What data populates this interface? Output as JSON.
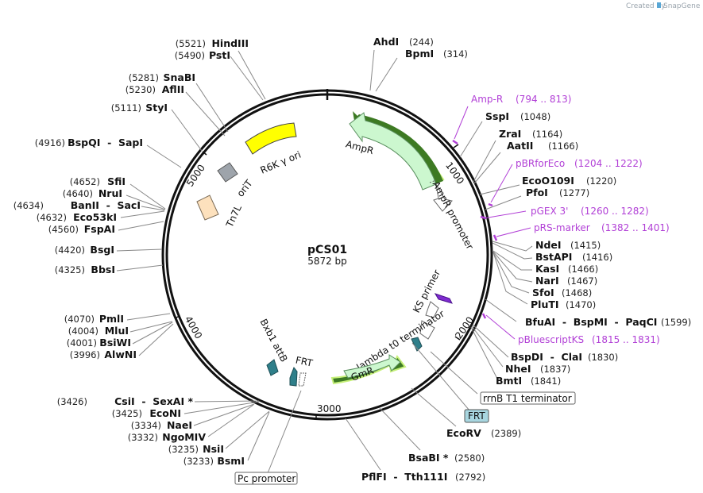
{
  "brand": {
    "created_by": "Created by",
    "name": "SnapGene"
  },
  "plasmid": {
    "name": "pCS01",
    "length": "5872 bp"
  },
  "ticks": [
    "1000",
    "2000",
    "3000",
    "4000",
    "5000"
  ],
  "enzymes": {
    "ahdi": {
      "name": "AhdI",
      "pos": "(244)"
    },
    "bpmi": {
      "name": "BpmI",
      "pos": "(314)"
    },
    "sspi": {
      "name": "SspI",
      "pos": "(1048)"
    },
    "zrai": {
      "name": "ZraI",
      "pos": "(1164)"
    },
    "aatii": {
      "name": "AatII",
      "pos": "(1166)"
    },
    "ecoo109i": {
      "name": "EcoO109I",
      "pos": "(1220)"
    },
    "pfoi": {
      "name": "PfoI",
      "pos": "(1277)"
    },
    "ndei": {
      "name": "NdeI",
      "pos": "(1415)"
    },
    "bstapi": {
      "name": "BstAPI",
      "pos": "(1416)"
    },
    "kasi": {
      "name": "KasI",
      "pos": "(1466)"
    },
    "nari": {
      "name": "NarI",
      "pos": "(1467)"
    },
    "sfoi": {
      "name": "SfoI",
      "pos": "(1468)"
    },
    "plutI": {
      "name": "PluTI",
      "pos": "(1470)"
    },
    "bfuai": {
      "name": "BfuAI  -  BspMI  -  PaqCI",
      "pos": "(1599)"
    },
    "bspdi": {
      "name": "BspDI  -  ClaI",
      "pos": "(1830)"
    },
    "nhei": {
      "name": "NheI",
      "pos": "(1837)"
    },
    "bmti": {
      "name": "BmtI",
      "pos": "(1841)"
    },
    "ecorv": {
      "name": "EcoRV",
      "pos": "(2389)"
    },
    "bsabi": {
      "name": "BsaBI *",
      "pos": "(2580)"
    },
    "pflfi": {
      "name": "PflFI  -  Tth111I",
      "pos": "(2792)"
    },
    "bsmi": {
      "name": "BsmI",
      "pos": "(3233)"
    },
    "nsii": {
      "name": "NsiI",
      "pos": "(3235)"
    },
    "ngomiv": {
      "name": "NgoMIV",
      "pos": "(3332)"
    },
    "naei": {
      "name": "NaeI",
      "pos": "(3334)"
    },
    "econi": {
      "name": "EcoNI",
      "pos": "(3425)"
    },
    "csii": {
      "name": "CsiI  -  SexAI *",
      "pos": "(3426)"
    },
    "alwni": {
      "name": "AlwNI",
      "pos": "(3996)"
    },
    "bsiwi": {
      "name": "BsiWI",
      "pos": "(4001)"
    },
    "mlui": {
      "name": "MluI",
      "pos": "(4004)"
    },
    "pmli": {
      "name": "PmlI",
      "pos": "(4070)"
    },
    "bbsi": {
      "name": "BbsI",
      "pos": "(4325)"
    },
    "bsgi": {
      "name": "BsgI",
      "pos": "(4420)"
    },
    "fspai": {
      "name": "FspAI",
      "pos": "(4560)"
    },
    "eco53ki": {
      "name": "Eco53kI",
      "pos": "(4632)"
    },
    "banii": {
      "name": "BanII  -  SacI",
      "pos": "(4634)"
    },
    "nrui": {
      "name": "NruI",
      "pos": "(4640)"
    },
    "sfii": {
      "name": "SfiI",
      "pos": "(4652)"
    },
    "bspqi": {
      "name": "BspQI  -  SapI",
      "pos": "(4916)"
    },
    "styi": {
      "name": "StyI",
      "pos": "(5111)"
    },
    "aflii": {
      "name": "AflII",
      "pos": "(5230)"
    },
    "snabi": {
      "name": "SnaBI",
      "pos": "(5281)"
    },
    "psti": {
      "name": "PstI",
      "pos": "(5490)"
    },
    "hindiii": {
      "name": "HindIII",
      "pos": "(5521)"
    }
  },
  "primers": {
    "ampr": {
      "name": "Amp-R",
      "range": "(794 .. 813)"
    },
    "pbrforeco": {
      "name": "pBRforEco",
      "range": "(1204 .. 1222)"
    },
    "pgex3": {
      "name": "pGEX 3'",
      "range": "(1260 .. 1282)"
    },
    "prsmarker": {
      "name": "pRS-marker",
      "range": "(1382 .. 1401)"
    },
    "pbluescriptks": {
      "name": "pBluescriptKS",
      "range": "(1815 .. 1831)"
    }
  },
  "features": {
    "ampr": "AmpR",
    "ampr_promoter": "AmpR promoter",
    "r6k_ori": "R6K γ ori",
    "orit": "oriT",
    "tn7l": "Tn7L",
    "ks_primer": "KS primer",
    "lambda_t0": "lambda t0 terminator",
    "gmr": "GmR",
    "bxb1_attb": "Bxb1 attB",
    "frt_inner": "FRT",
    "rrnb_t1": "rrnB T1 terminator",
    "frt_box": "FRT",
    "pc_promoter": "Pc promoter"
  },
  "colors": {
    "ampr_fill": "#ccf7cf",
    "ampr_outline": "#5a8f5f",
    "translated_line": "#3d7a23",
    "translated_glow": "#c6f07a",
    "r6k_fill": "#ffff00",
    "orit_fill": "#9ea4ab",
    "tn7l_fill": "#fde1bd",
    "teal": "#2f7f8a",
    "primer": "#b13fd6",
    "ks_fill": "#7f2bd0",
    "frt_box_fill": "#a8d6e0"
  }
}
